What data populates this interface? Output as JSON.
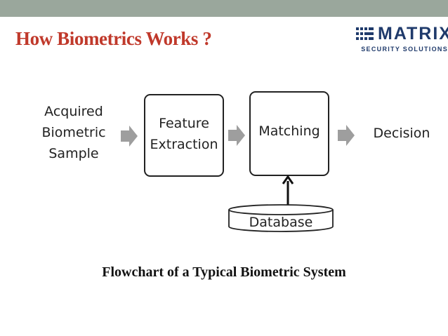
{
  "slide": {
    "title": "How Biometrics Works ?"
  },
  "logo": {
    "name": "MATRIX",
    "tagline": "SECURITY SOLUTIONS",
    "color": "#1f3a6b"
  },
  "diagram": {
    "input_lines": [
      "Acquired",
      "Biometric",
      "Sample"
    ],
    "step1_lines": [
      "Feature",
      "Extraction"
    ],
    "step2": "Matching",
    "output": "Decision",
    "store": "Database",
    "caption": "Flowchart of a Typical Biometric System",
    "colors": {
      "flow_arrow": "#9e9e9e",
      "title": "#c0392b",
      "top_bar": "#9aa79c"
    }
  }
}
